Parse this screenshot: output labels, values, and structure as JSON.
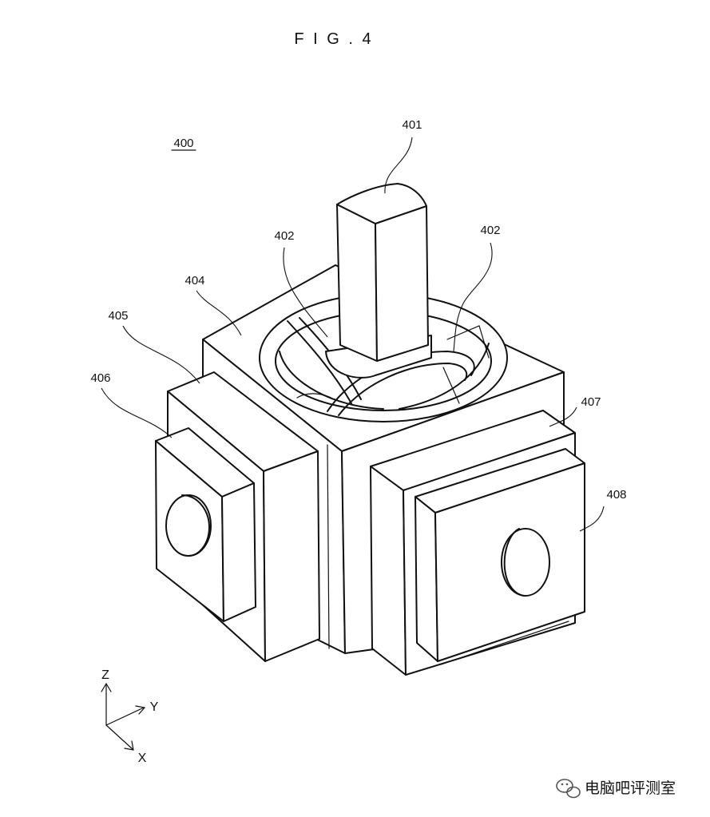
{
  "figure": {
    "title": "F I G .  4",
    "assembly_label": "400",
    "labels": {
      "l401": "401",
      "l402a": "402",
      "l402b": "402",
      "l404": "404",
      "l405": "405",
      "l406": "406",
      "l407": "407",
      "l408": "408"
    },
    "axes": {
      "z": "Z",
      "y": "Y",
      "x": "X"
    }
  },
  "watermark": {
    "text": "电脑吧评测室",
    "icon": "wechat-icon"
  },
  "colors": {
    "line": "#111111",
    "background": "#ffffff",
    "watermark": "#555555"
  }
}
